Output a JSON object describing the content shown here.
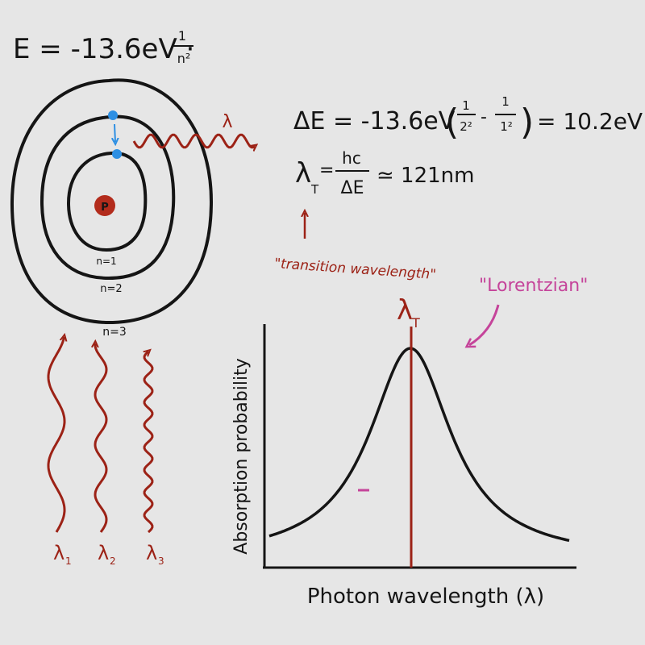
{
  "colors": {
    "ink": "#151515",
    "red": "#9c2216",
    "blue": "#2d8fe3",
    "pink": "#c5449a",
    "board": "#e6e6e6"
  },
  "equations": {
    "energy": {
      "lhs": "E = -13.6eV ·",
      "num": "1",
      "den": "n²"
    },
    "delta": {
      "lhs": "ΔE = -13.6eV",
      "f1_num": "1",
      "f1_den": "2²",
      "minus": "-",
      "f2_num": "1",
      "f2_den": "1²",
      "rhs": "= 10.2eV"
    },
    "lambda": {
      "lhs": "λ",
      "sub": "T",
      "eq": "=",
      "num": "hc",
      "den": "ΔE",
      "rhs": "≃ 121nm"
    }
  },
  "atom": {
    "nucleus_label": "P",
    "orbit_labels": [
      "n=1",
      "n=2",
      "n=3"
    ],
    "photon_label": "λ"
  },
  "annotations": {
    "transition": "\"transition wavelength\"",
    "lorentzian": "\"Lorentzian\"",
    "peak_label": "λ",
    "peak_sub": "T"
  },
  "incoming_photons": [
    {
      "label": "λ",
      "sub": "1"
    },
    {
      "label": "λ",
      "sub": "2"
    },
    {
      "label": "λ",
      "sub": "3"
    }
  ],
  "chart_data": {
    "type": "line",
    "xlabel": "Photon wavelength (λ)",
    "ylabel": "Absorption probability",
    "shape": "Lorentzian",
    "peak": "λT"
  }
}
